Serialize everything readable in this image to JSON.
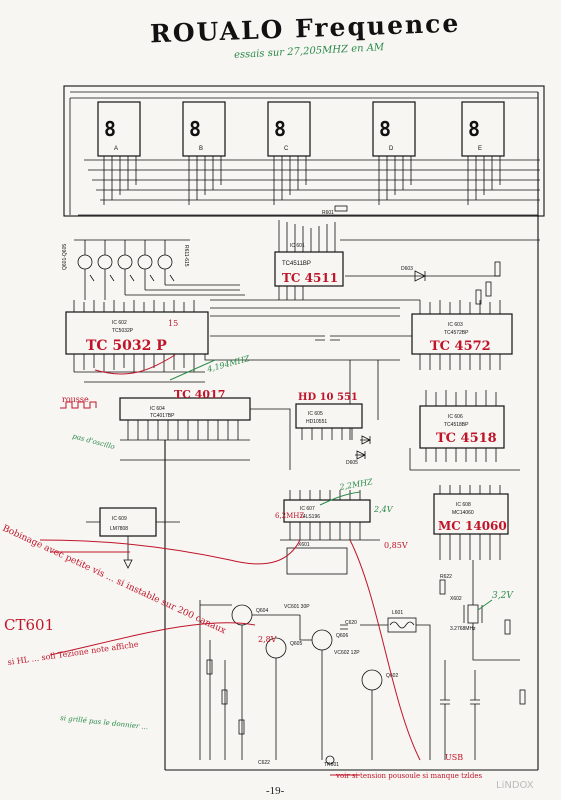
{
  "title": "ROUALO Frequence",
  "subtitle": "essais sur 27,205MHZ en AM",
  "page_number": "-19-",
  "watermark": "LiNDOX",
  "displays": [
    "A",
    "B",
    "C",
    "D",
    "E"
  ],
  "ics": {
    "ic602": {
      "ref": "IC 602",
      "part": "TC5032P",
      "note": "TC 5032 P"
    },
    "ic601": {
      "ref": "IC 601",
      "part": "TC4511BP",
      "note": "TC 4511"
    },
    "ic603": {
      "ref": "IC 603",
      "part": "TC4572BP",
      "note": "TC 4572"
    },
    "ic604": {
      "ref": "IC 604",
      "part": "TC4017BP",
      "note": "TC 4017"
    },
    "ic605": {
      "ref": "IC 605",
      "part": "HD10551",
      "note": "HD 10 551"
    },
    "ic606": {
      "ref": "IC 606",
      "part": "TC4518BP",
      "note": "TC 4518"
    },
    "ic607": {
      "ref": "IC 607",
      "part": "74LS196",
      "note": ""
    },
    "ic608": {
      "ref": "IC 608",
      "part": "MC14060",
      "note": "MC 14060"
    },
    "ic609": {
      "ref": "IC 609",
      "part": "LM7808",
      "note": ""
    }
  },
  "parts": {
    "r601": "R601",
    "d603": "D603",
    "d605": "D605",
    "x601": "X601",
    "x602": "X602",
    "x602_freq": "3.2768MHz",
    "q601": "Q601",
    "q602": "Q602",
    "q604": "Q604",
    "q605": "Q605",
    "q606": "Q606",
    "l601": "L601",
    "c620": "C620",
    "c622": "C622",
    "vc601": "VC601 30P",
    "vc602": "VC602 12P",
    "tr601": "TR601"
  },
  "annotations": {
    "freq_4194": "4,194MHZ",
    "mhz_22": "2,2MHZ",
    "freq_62": "6,2MHZ",
    "pas_oscillo": "pas d'oscillo",
    "rousse": "rousse",
    "fifteen": "15",
    "v_low": "0,85V",
    "v_hi": "2,4V",
    "q3": "3,2V",
    "v28": "2,8V",
    "usb": "USB",
    "bobinage_note": "Bobinage avec petite vis ... si instable sur 200 canaux",
    "ct601": "CT601",
    "si_hl": "si HL ... soll Tezione note affiche",
    "si_fix": "si grillé pas le donnier ...",
    "voir": "voir si tension pousoule si manque tzldes"
  }
}
